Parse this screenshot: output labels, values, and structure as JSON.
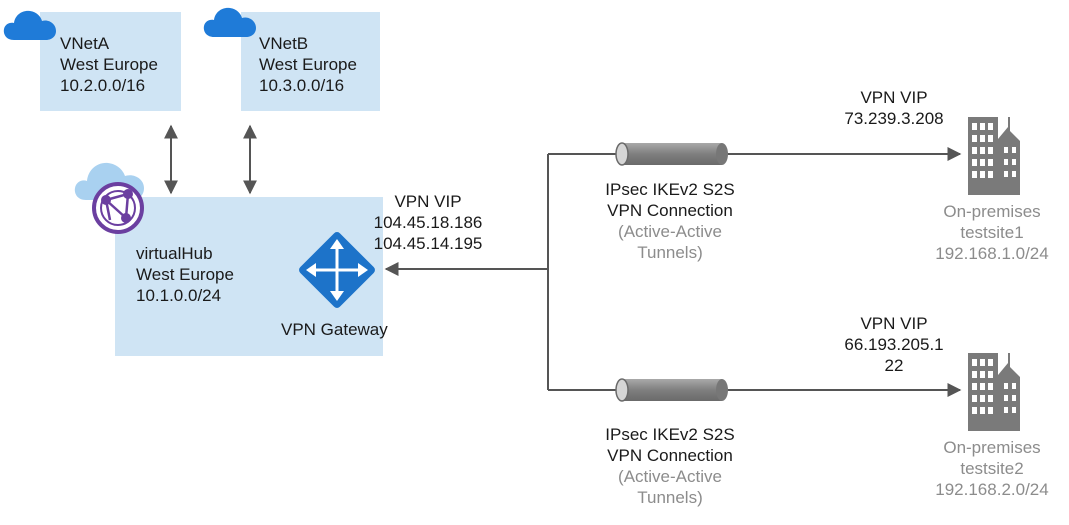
{
  "vnet_a": {
    "name": "VNetA",
    "region": "West Europe",
    "prefix": "10.2.0.0/16"
  },
  "vnet_b": {
    "name": "VNetB",
    "region": "West Europe",
    "prefix": "10.3.0.0/16"
  },
  "hub": {
    "name": "virtualHub",
    "region": "West Europe",
    "prefix": "10.1.0.0/24"
  },
  "gateway": {
    "label": "VPN Gateway",
    "vip_label": "VPN VIP",
    "vip_1": "104.45.18.186",
    "vip_2": "104.45.14.195"
  },
  "connection_1": {
    "line1": "IPsec IKEv2 S2S",
    "line2": "VPN Connection",
    "note1": "(Active-Active",
    "note2": "Tunnels)"
  },
  "connection_2": {
    "line1": "IPsec IKEv2 S2S",
    "line2": "VPN Connection",
    "note1": "(Active-Active",
    "note2": "Tunnels)"
  },
  "site_1": {
    "vip_label": "VPN VIP",
    "vip": "73.239.3.208",
    "kind": "On-premises",
    "name": "testsite1",
    "prefix": "192.168.1.0/24"
  },
  "site_2": {
    "vip_label": "VPN VIP",
    "vip_line1": "66.193.205.1",
    "vip_line2": "22",
    "kind": "On-premises",
    "name": "testsite2",
    "prefix": "192.168.2.0/24"
  },
  "colors": {
    "vnet_fill": "#cfe4f4",
    "cloud": "#1f7bd8",
    "gateway": "#1d73c9",
    "hub_icon": "#6b3fa0",
    "building": "#7a7a7a",
    "pipe": "#8a8a8a",
    "line": "#555555"
  },
  "icons": [
    "cloud-icon",
    "virtual-hub-icon",
    "vpn-gateway-icon",
    "building-icon",
    "tunnel-pipe-icon"
  ]
}
